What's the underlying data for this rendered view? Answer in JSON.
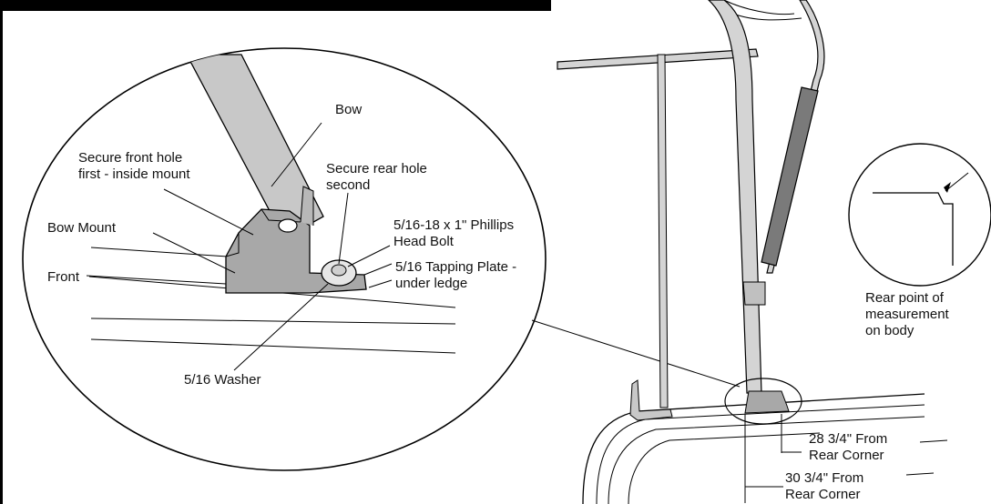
{
  "labels": {
    "bow": "Bow",
    "front_hole_1": "Secure front hole",
    "front_hole_2": "first - inside mount",
    "rear_hole_1": "Secure rear hole",
    "rear_hole_2": "second",
    "bolt_1": "5/16-18 x 1\" Phillips",
    "bolt_2": "Head Bolt",
    "bow_mount": "Bow Mount",
    "front": "Front",
    "tapping_1": "5/16 Tapping Plate -",
    "tapping_2": "under ledge",
    "washer": "5/16 Washer",
    "rear_point_1": "Rear point of",
    "rear_point_2": "measurement",
    "rear_point_3": "on body",
    "dim_28_1": "28 3/4\" From",
    "dim_28_2": "Rear Corner",
    "dim_30_1": "30 3/4\" From",
    "dim_30_2": "Rear Corner"
  },
  "colors": {
    "frame": "#000000",
    "bow_fill": "#c8c8c8",
    "mount_fill": "#a8a8a8",
    "dark_pad": "#7a7a7a",
    "light_tube": "#d4d4d4"
  }
}
